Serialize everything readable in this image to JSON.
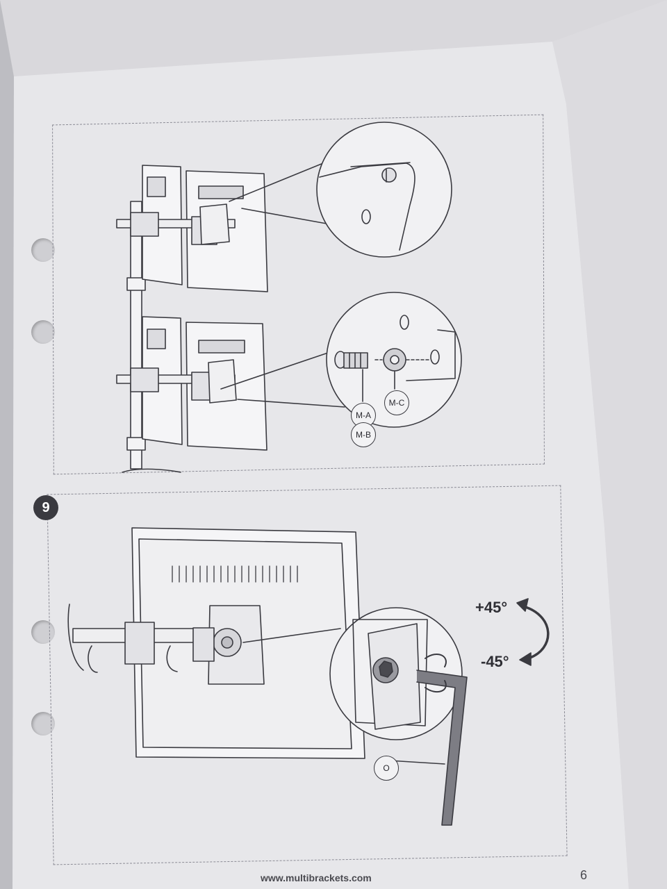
{
  "step": {
    "number": "9"
  },
  "labels": {
    "ma": "M-A",
    "mb": "M-B",
    "mc": "M-C",
    "o": "O"
  },
  "rotation": {
    "plus": "+45°",
    "minus": "-45°"
  },
  "footer": {
    "url": "www.multibrackets.com",
    "page": "6"
  },
  "colors": {
    "paper": "#ececee",
    "line": "#3a3a40",
    "badge": "#3a3a40"
  }
}
